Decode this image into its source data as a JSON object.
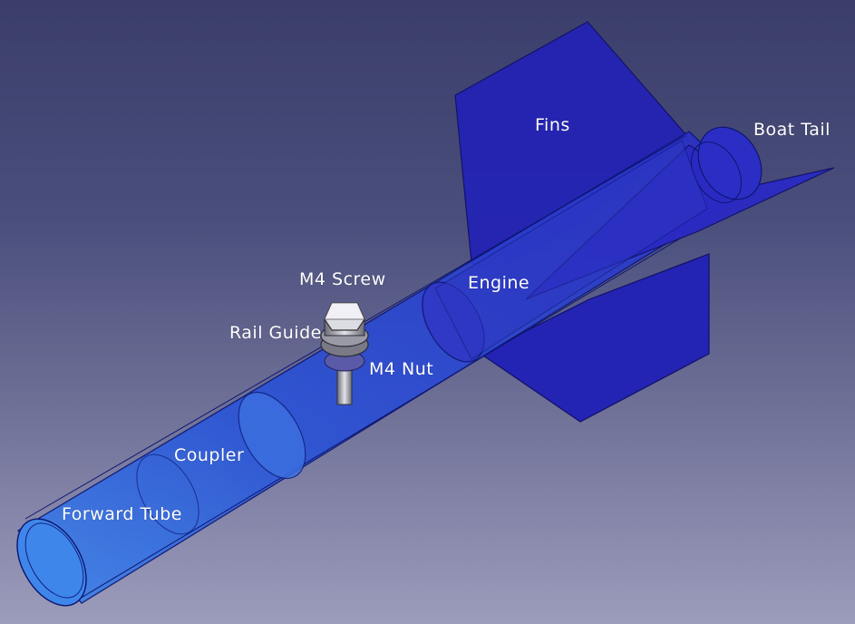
{
  "labels": {
    "fins": "Fins",
    "boat_tail": "Boat Tail",
    "engine": "Engine",
    "m4_screw": "M4 Screw",
    "rail_guide": "Rail Guide",
    "m4_nut": "M4 Nut",
    "coupler": "Coupler",
    "forward_tube": "Forward Tube"
  },
  "colors": {
    "background_top": "#3b3e6a",
    "background_bottom": "#9c9cbc",
    "fin_fill": "#2424b8",
    "tube_fill": "#2b3ccf",
    "forward_tube_fill": "#3d7ee6",
    "label_text": "#ffffff"
  }
}
